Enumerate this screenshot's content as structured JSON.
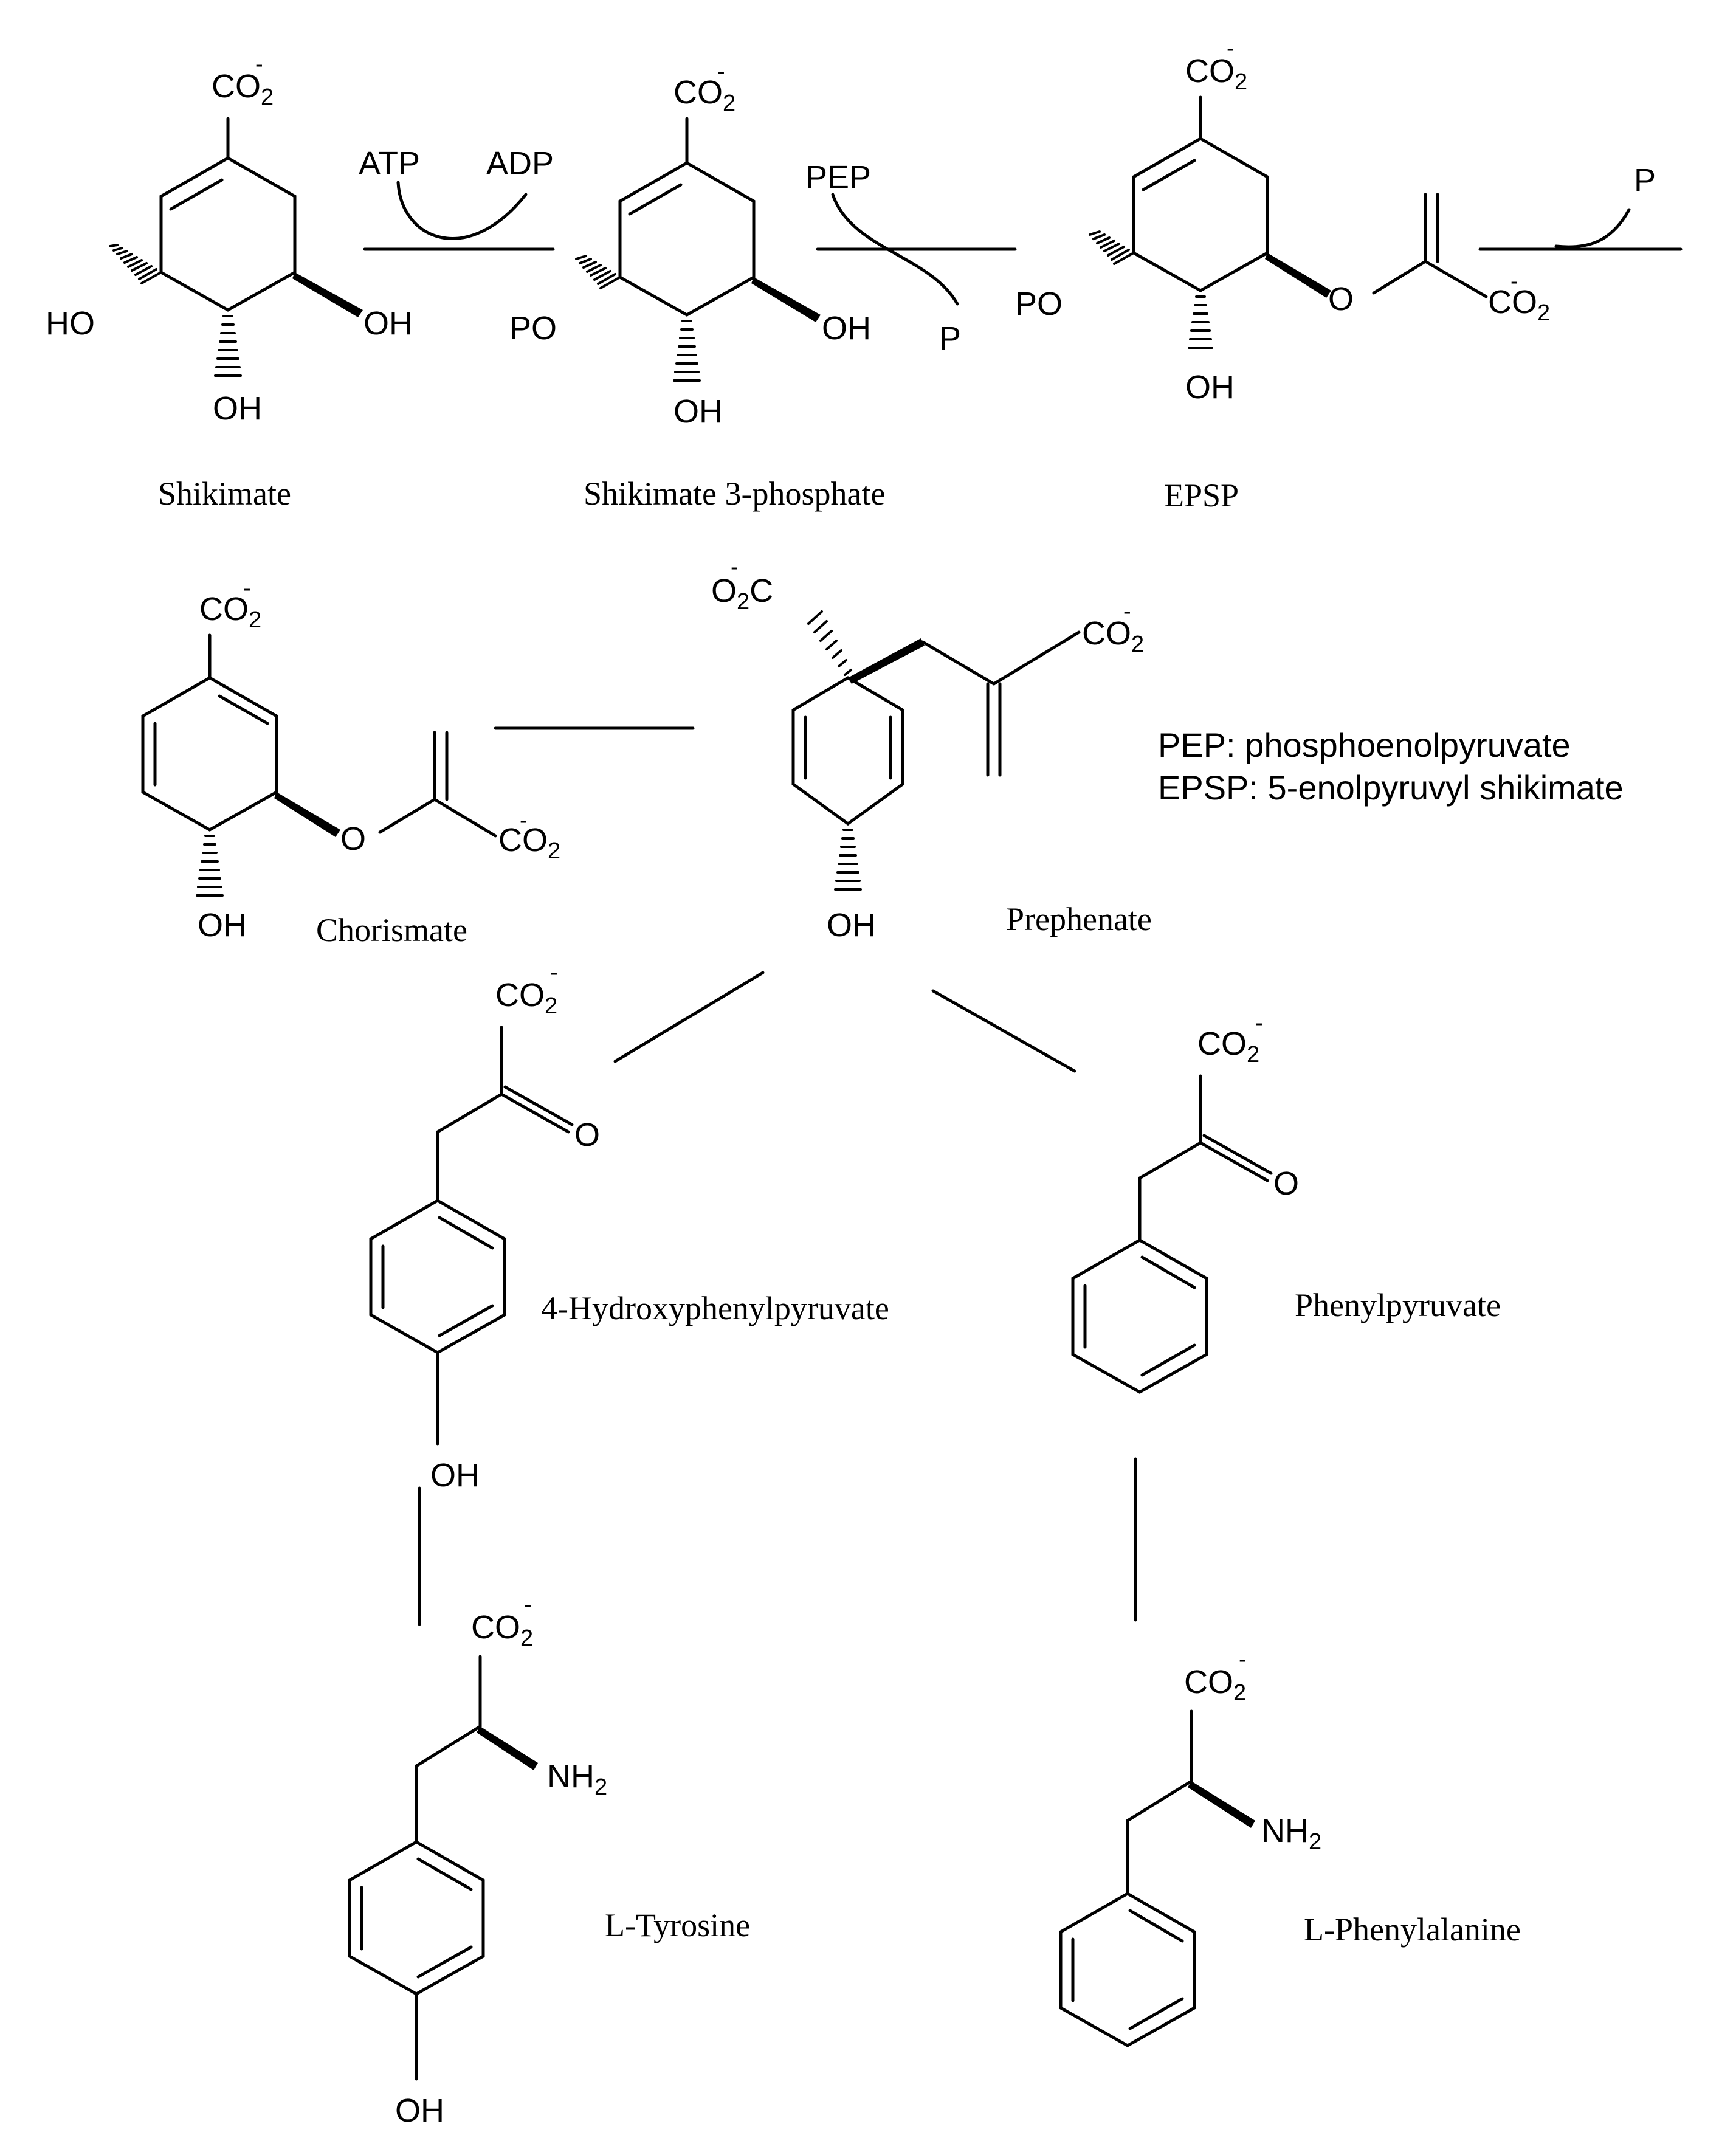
{
  "compounds": {
    "shikimate": "Shikimate",
    "shikimate_3_phosphate": "Shikimate 3-phosphate",
    "epsp": "EPSP",
    "chorismate": "Chorismate",
    "prephenate": "Prephenate",
    "hydroxyphenylpyruvate": "4-Hydroxyphenylpyruvate",
    "phenylpyruvate": "Phenylpyruvate",
    "tyrosine": "L-Tyrosine",
    "phenylalanine": "L-Phenylalanine"
  },
  "cofactors": {
    "atp": "ATP",
    "adp": "ADP",
    "pep": "PEP",
    "p": "P"
  },
  "atoms": {
    "co2": "CO",
    "co2_sub": "2",
    "charge": "-",
    "o2c_left": "O",
    "o2c_right": "C",
    "oh": "OH",
    "ho": "HO",
    "po": "PO",
    "o": "O",
    "nh2": "NH",
    "nh2_sub": "2"
  },
  "legend": {
    "pep": "PEP: phosphoenolpyruvate",
    "epsp": "EPSP: 5-enolpyruvyl shikimate"
  }
}
